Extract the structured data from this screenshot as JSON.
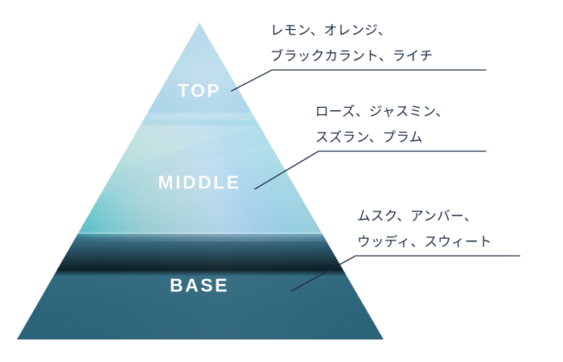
{
  "diagram": {
    "type": "fragrance-pyramid",
    "title_visible": false,
    "background_color": "#ffffff",
    "tiers": [
      {
        "id": "top",
        "label": "TOP",
        "label_color": "#ffffff",
        "notes_lines": [
          "レモン、オレンジ、",
          "ブラックカラント、ライチ"
        ],
        "notes_full": "レモン、オレンジ、ブラックカラント、ライチ"
      },
      {
        "id": "middle",
        "label": "MIDDLE",
        "label_color": "#ffffff",
        "notes_lines": [
          "ローズ、ジャスミン、",
          "スズラン、プラム"
        ],
        "notes_full": "ローズ、ジャスミン、スズラン、プラム"
      },
      {
        "id": "base",
        "label": "BASE",
        "label_color": "#ffffff",
        "notes_lines": [
          "ムスク、アンバー、",
          "ウッディ、スウィート"
        ],
        "notes_full": "ムスク、アンバー、ウッディ、スウィート"
      }
    ],
    "leader_line_color": "#1e2d43",
    "gradient": {
      "apex_color": "#a9d2e6",
      "upper_color": "#a6d3e8",
      "iridescent_color": "#b9e3e6",
      "middle_color": "#7fc4dd",
      "lower_color": "#4d89a4",
      "base_color": "#2f6a80",
      "base_deep_color": "#34697f"
    }
  }
}
